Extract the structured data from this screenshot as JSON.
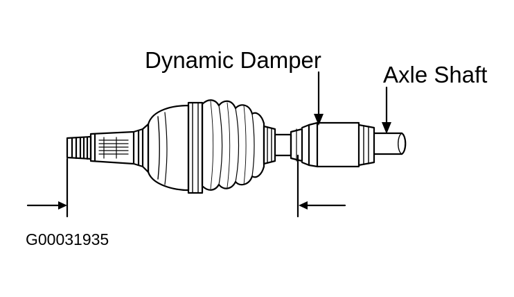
{
  "labels": {
    "dynamic_damper": "Dynamic Damper",
    "axle_shaft": "Axle Shaft",
    "figure_code": "G00031935"
  },
  "colors": {
    "line": "#000000",
    "background": "#ffffff"
  }
}
